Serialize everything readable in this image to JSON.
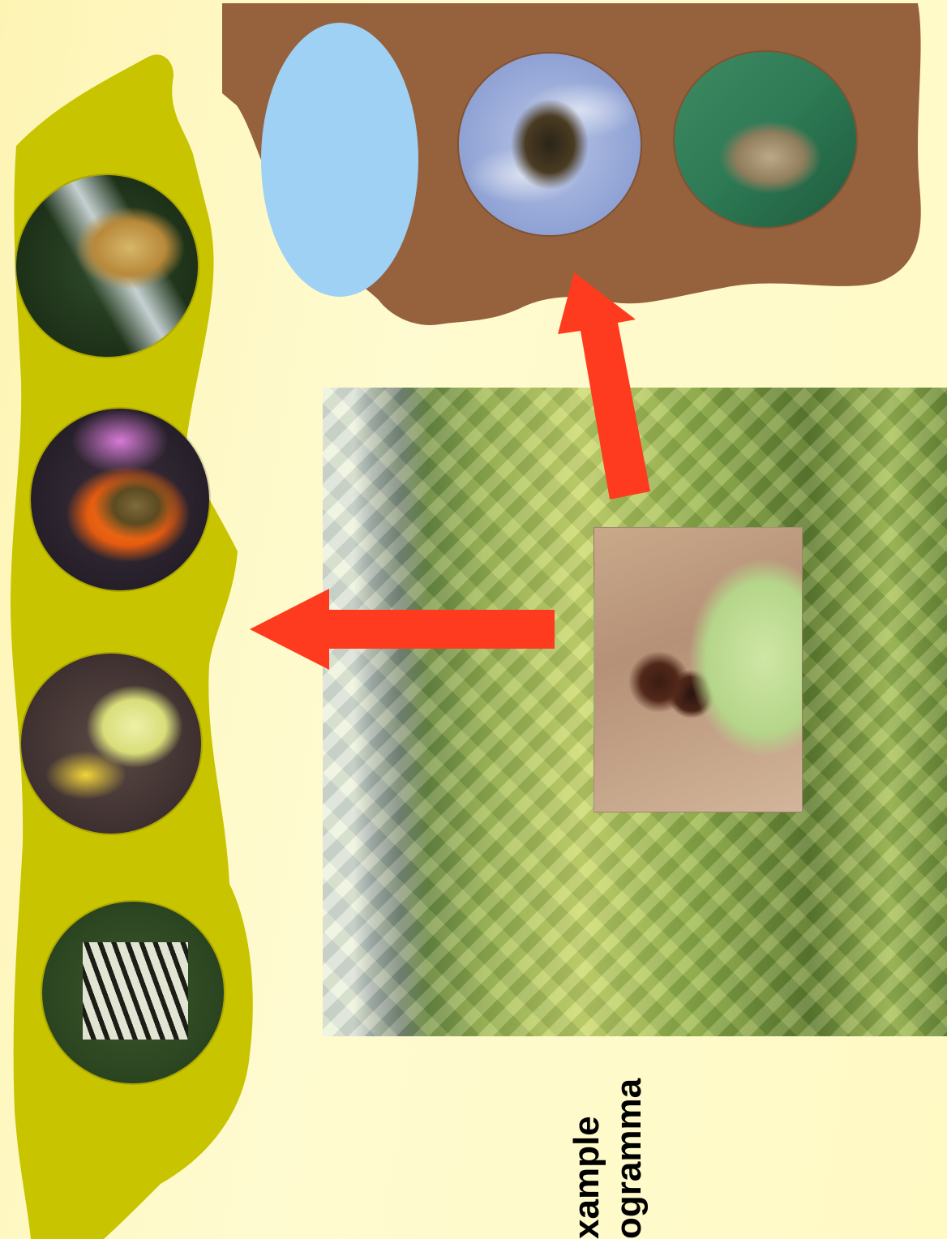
{
  "caption": {
    "line1": "xample",
    "line2": "ogramma"
  },
  "colors": {
    "olive_band": "#c8c400",
    "brown_band": "#96613d",
    "blue_oval": "#9fd1f5",
    "arrow": "#ff3b1f",
    "background": "#fff9c4"
  },
  "left_band_photos": [
    {
      "subject": "fritillary-butterfly"
    },
    {
      "subject": "small-tortoiseshell-butterfly"
    },
    {
      "subject": "brimstone-butterfly"
    },
    {
      "subject": "swallowtail-butterfly"
    }
  ],
  "top_band_items": [
    {
      "subject": "blue-oval"
    },
    {
      "subject": "fly"
    },
    {
      "subject": "moth"
    }
  ],
  "arrows": [
    {
      "direction": "left"
    },
    {
      "direction": "up"
    }
  ]
}
